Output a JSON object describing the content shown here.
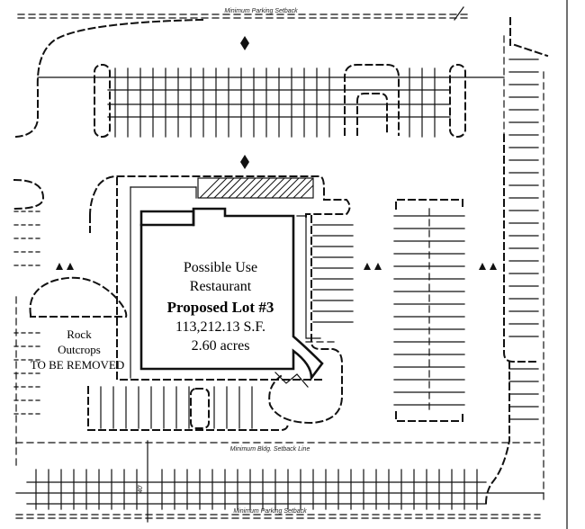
{
  "labels": {
    "setback_top": "Minimum Parking Setback",
    "setback_middle": "Minimum Bldg. Setback Line",
    "setback_bottom": "Minimum Parking Setback",
    "building_use": "Possible Use",
    "building_type": "Restaurant",
    "lot_title": "Proposed Lot #3",
    "lot_area_sf": "113,212.13 S.F.",
    "lot_area_acres": "2.60 acres",
    "rock_line1": "Rock",
    "rock_line2": "Outcrops",
    "rock_line3": "TO BE REMOVED"
  },
  "icons": [
    "traffic-arrow-icon",
    "rock-outcrop-area",
    "hatched-sidewalk-area"
  ]
}
